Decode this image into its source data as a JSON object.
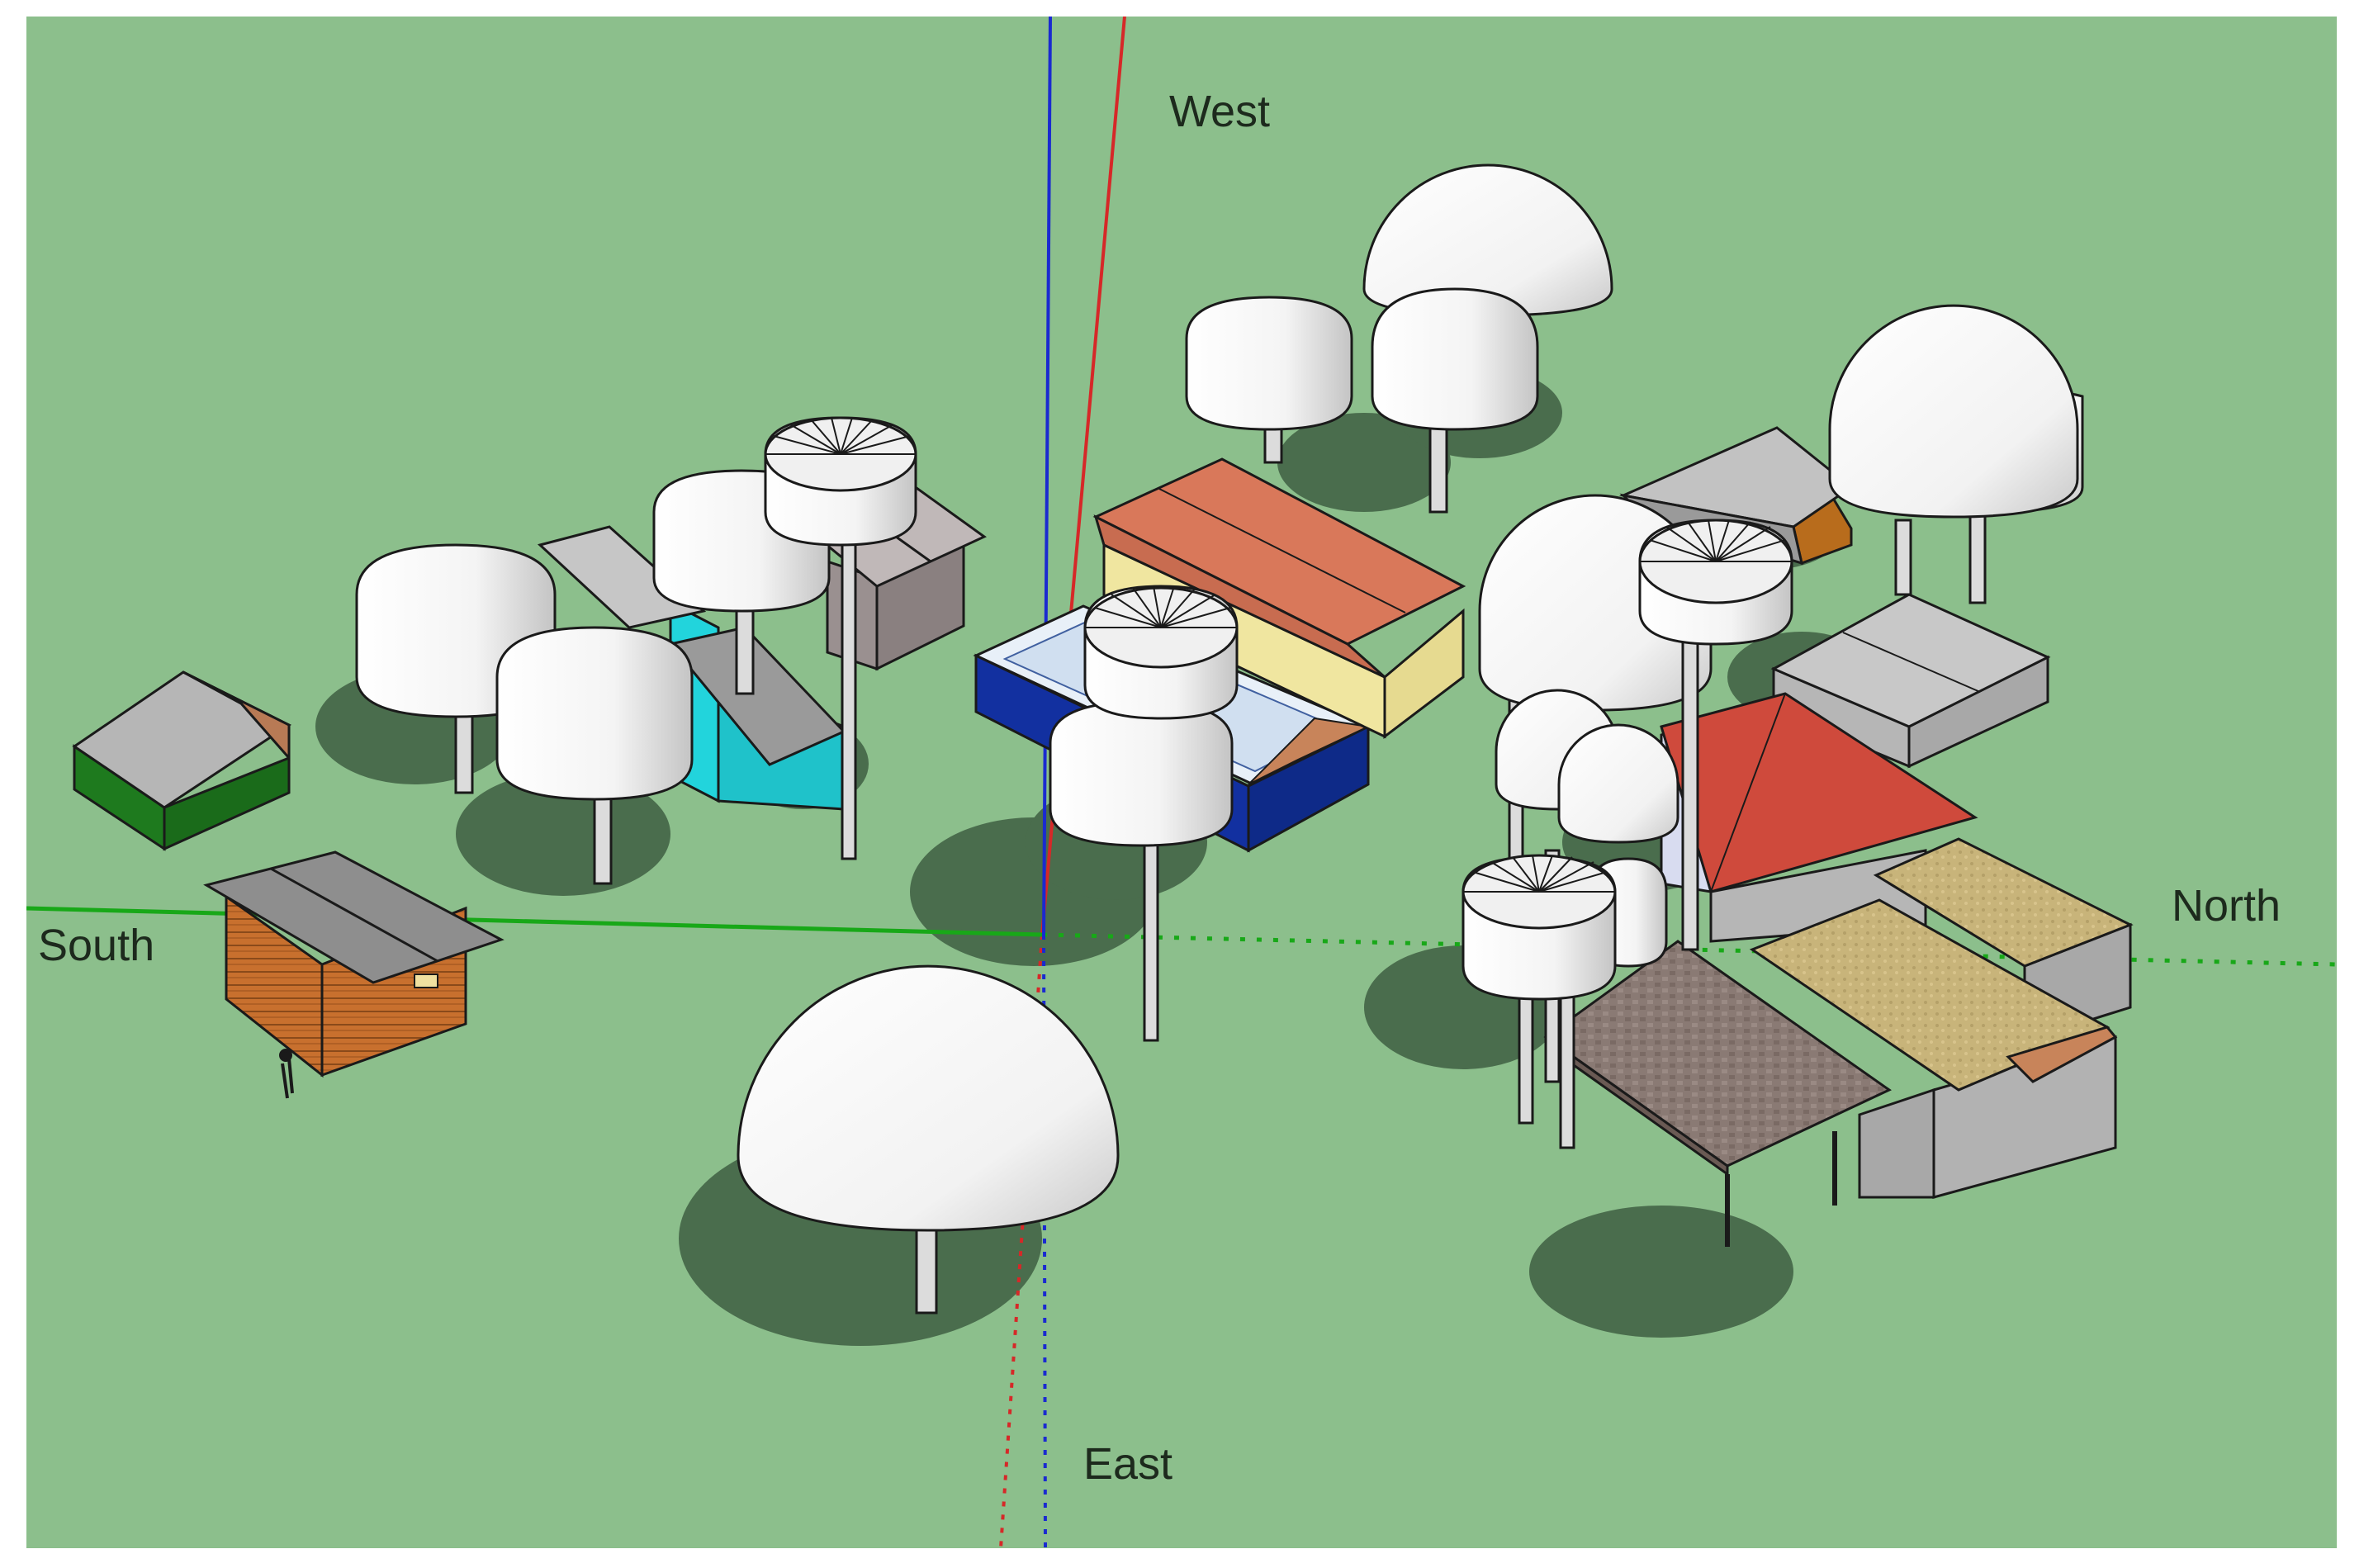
{
  "labels": {
    "north": "North",
    "south": "South",
    "east": "East",
    "west": "West"
  },
  "colors": {
    "ground": "#8cbf8c",
    "shadow": "#4a6d4d",
    "axis_red": "#d62828",
    "axis_green": "#18a818",
    "axis_blue": "#1a2ad0",
    "tree_canopy": "#ffffff",
    "roof_orange": "#d9785a",
    "roof_red": "#cf4a3c",
    "wall_green": "#1e7a1e",
    "wall_cyan": "#22d4dc",
    "wall_blue": "#1230a0",
    "wall_wood": "#c8702e",
    "wall_yellow": "#f0e6a0",
    "wall_grey": "#b0b0b0",
    "roof_tan": "#c8b47a",
    "roof_brown": "#8a7a74"
  }
}
